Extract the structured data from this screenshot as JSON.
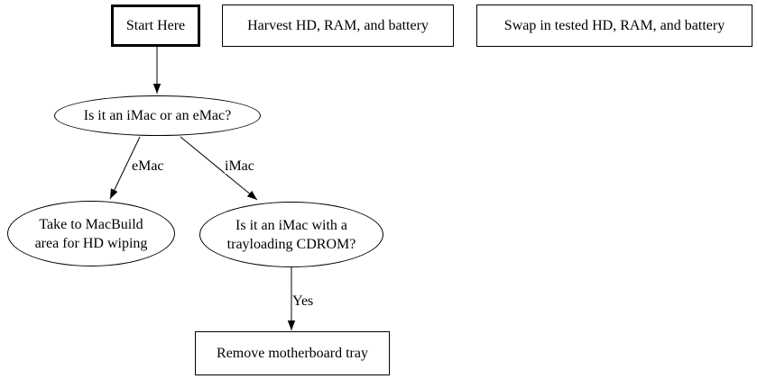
{
  "nodes": {
    "start_here": {
      "label": "Start Here"
    },
    "harvest": {
      "label": "Harvest HD, RAM, and battery"
    },
    "swap": {
      "label": "Swap in tested HD, RAM, and battery"
    },
    "question_mac_type": {
      "label": "Is it an iMac or an eMac?"
    },
    "macbuild": {
      "line1": "Take to MacBuild",
      "line2": "area for HD wiping"
    },
    "trayloading": {
      "line1": "Is it an iMac with a",
      "line2": "trayloading CDROM?"
    },
    "remove_tray": {
      "label": "Remove motherboard tray"
    }
  },
  "edges": {
    "emac": {
      "label": "eMac"
    },
    "imac": {
      "label": "iMac"
    },
    "yes": {
      "label": "Yes"
    }
  },
  "colors": {
    "background": "#ffffff",
    "stroke": "#000000",
    "text": "#000000"
  }
}
